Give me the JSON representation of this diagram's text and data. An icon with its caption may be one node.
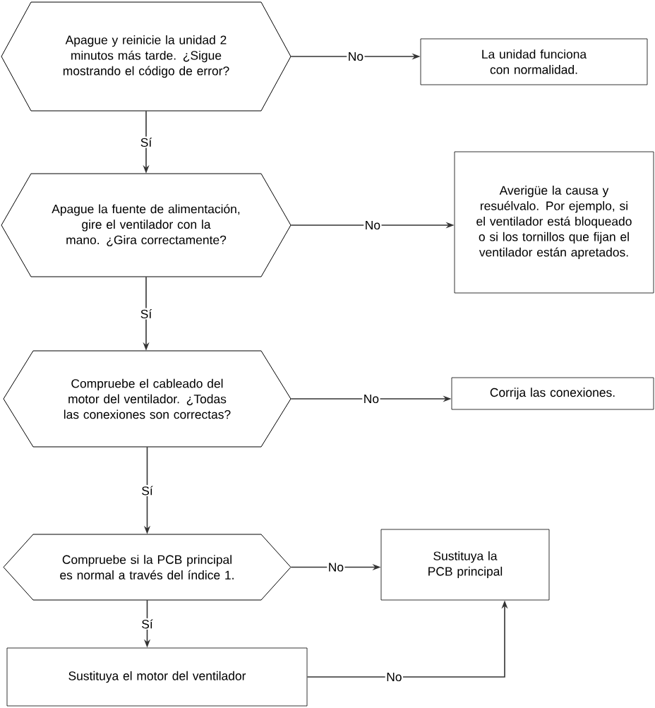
{
  "diagram": {
    "nodes": [
      {
        "text": [
          "Apague y reinicie la unidad 2 minutos más tarde. ¿Sigue mostrando el código de error?"
        ]
      },
      {
        "text": [
          "La unidad funciona con normalidad."
        ]
      },
      {
        "text": [
          "Apague la fuente de alimentación, gire el ventilador con la mano. ¿Gira correctamente?"
        ]
      },
      {
        "text": [
          "Averigüe la causa y resuélvalo. Por ejemplo, si el ventilador está bloqueado o si los tornillos que fijan el ventilador están apretados."
        ]
      },
      {
        "text": [
          "Compruebe el cableado del motor del ventilador. ¿Todas las conexiones son correctas?"
        ]
      },
      {
        "text": [
          "Corrija las conexiones."
        ]
      },
      {
        "text": [
          "Compruebe si la PCB principal es normal a través del índice 1."
        ]
      },
      {
        "text": [
          "Sustituya la PCB principal"
        ]
      },
      {
        "text": [
          "Sustituya el motor del ventilador"
        ]
      }
    ],
    "edges": [
      {
        "from": 0,
        "to": 1,
        "arrow": "to",
        "label": "No"
      },
      {
        "from": 0,
        "to": 2,
        "arrow": "to",
        "label": "Sí"
      },
      {
        "from": 2,
        "to": 3,
        "arrow": "to",
        "label": "No"
      },
      {
        "from": 2,
        "to": 4,
        "arrow": "to",
        "label": "Sí"
      },
      {
        "from": 4,
        "to": 5,
        "arrow": "to",
        "label": "No"
      },
      {
        "from": 4,
        "to": 6,
        "arrow": "to",
        "label": "Sí"
      },
      {
        "from": 6,
        "to": 7,
        "arrow": "to",
        "label": "No"
      },
      {
        "from": 6,
        "to": 8,
        "arrow": "to",
        "label": "Sí"
      },
      {
        "from": 8,
        "to": 7,
        "arrow": "to",
        "label": "No"
      }
    ]
  }
}
